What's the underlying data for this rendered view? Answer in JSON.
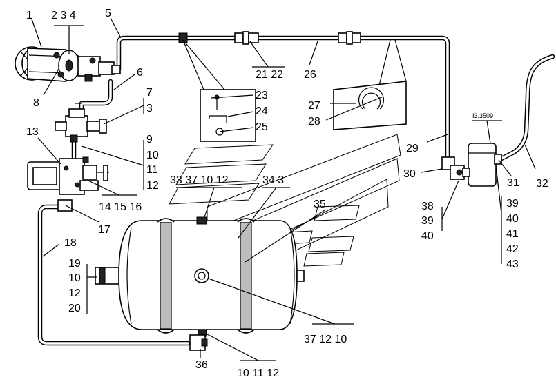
{
  "labels": {
    "l1": "1",
    "l234": "2 3 4",
    "l5": "5",
    "l6": "6",
    "l7": "7",
    "l3a": "3",
    "l8": "8",
    "l9": "9",
    "l10a": "10",
    "l11a": "11",
    "l12a": "12",
    "l13": "13",
    "l141516": "14 15 16",
    "l17": "17",
    "l18": "18",
    "l19": "19",
    "l10b": "10",
    "l12b": "12",
    "l20": "20",
    "l2122": "21 22",
    "l23": "23",
    "l24": "24",
    "l25": "25",
    "l26": "26",
    "l27": "27",
    "l28": "28",
    "l29": "29",
    "l30": "30",
    "l31": "31",
    "l32": "32",
    "l33": "33 37 10 12",
    "l343": "34 3",
    "l35": "35",
    "l36": "36",
    "l371210": "37 12 10",
    "l101112": "10 11 12",
    "l38": "38",
    "l39a": "39",
    "l40a": "40",
    "l39b": "39",
    "l40b": "40",
    "l41": "41",
    "l42": "42",
    "l43": "43",
    "ref": "I3.3509"
  }
}
